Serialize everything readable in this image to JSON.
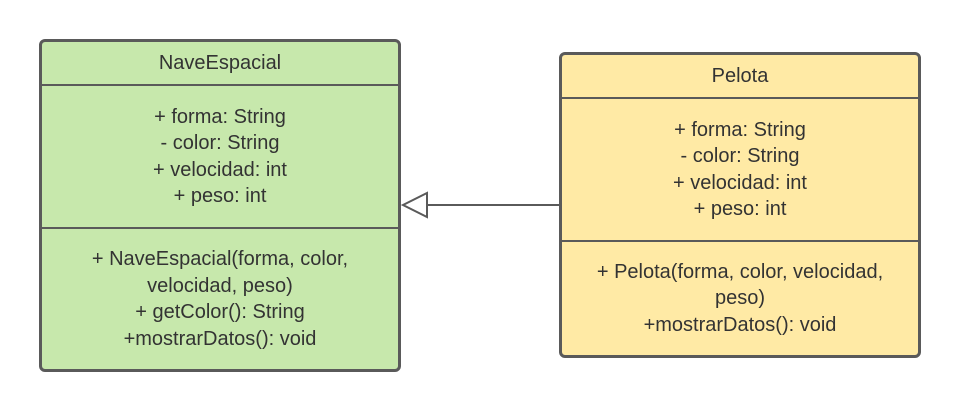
{
  "colors": {
    "nave_fill": "#c7e8ac",
    "pelota_fill": "#ffeaa5",
    "border": "#5a5a5a",
    "text": "#333333",
    "connector": "#5a5a5a"
  },
  "classes": [
    {
      "name": "NaveEspacial",
      "attributes": [
        "+ forma: String",
        "- color: String",
        "+ velocidad: int",
        "+ peso: int"
      ],
      "methods": [
        "+ NaveEspacial(forma, color,",
        "velocidad, peso)",
        "+ getColor(): String",
        "+mostrarDatos(): void"
      ]
    },
    {
      "name": "Pelota",
      "attributes": [
        "+ forma: String",
        "- color: String",
        "+ velocidad: int",
        "+ peso: int"
      ],
      "methods": [
        "+ Pelota(forma, color, velocidad,",
        "peso)",
        "+mostrarDatos(): void"
      ]
    }
  ],
  "relationship": {
    "type": "generalization",
    "from": "Pelota",
    "to": "NaveEspacial",
    "arrowhead": "hollow-triangle"
  }
}
